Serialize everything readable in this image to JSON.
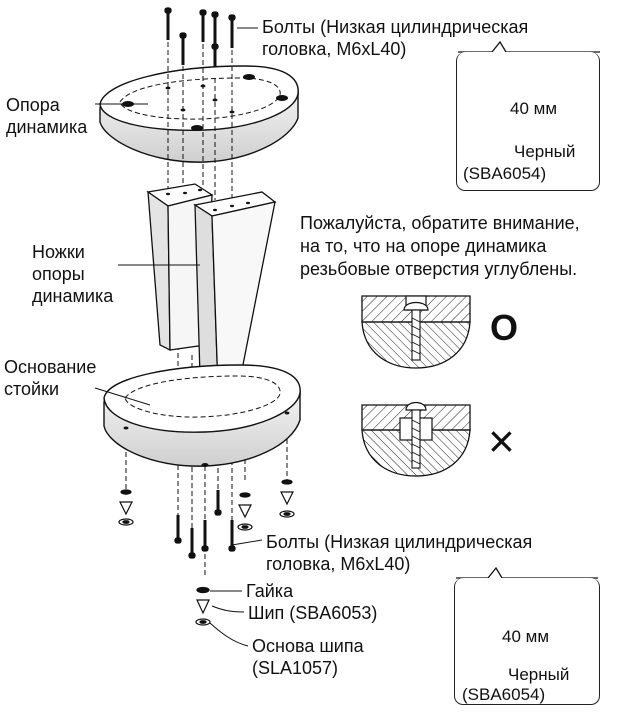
{
  "labels": {
    "top_bolts": [
      "Болты (Низкая цилиндрическая",
      "головка, M6xL40)"
    ],
    "speaker_support": [
      "Опора",
      "динамика"
    ],
    "speaker_legs": [
      "Ножки",
      "опоры",
      "динамика"
    ],
    "stand_base": [
      "Основание",
      "стойки"
    ],
    "bottom_bolts": [
      "Болты (Низкая цилиндрическая",
      "головка, M6xL40)"
    ],
    "nut": "Гайка",
    "spike": "Шип (SBA6053)",
    "spike_base": [
      "Основа шипа",
      "(SLA1057)"
    ]
  },
  "top_callout": {
    "length": "40 мм",
    "color": "Черный",
    "part": "(SBA6054)"
  },
  "bottom_callout": {
    "length": "40 мм",
    "color": "Черный",
    "part": "(SBA6054)"
  },
  "note": [
    "Пожалуйста, обратите внимание,",
    "на то, что на опоре динамика",
    "резьбовые отверстия углублены."
  ],
  "correct_symbol": "O",
  "wrong_symbol": "×"
}
